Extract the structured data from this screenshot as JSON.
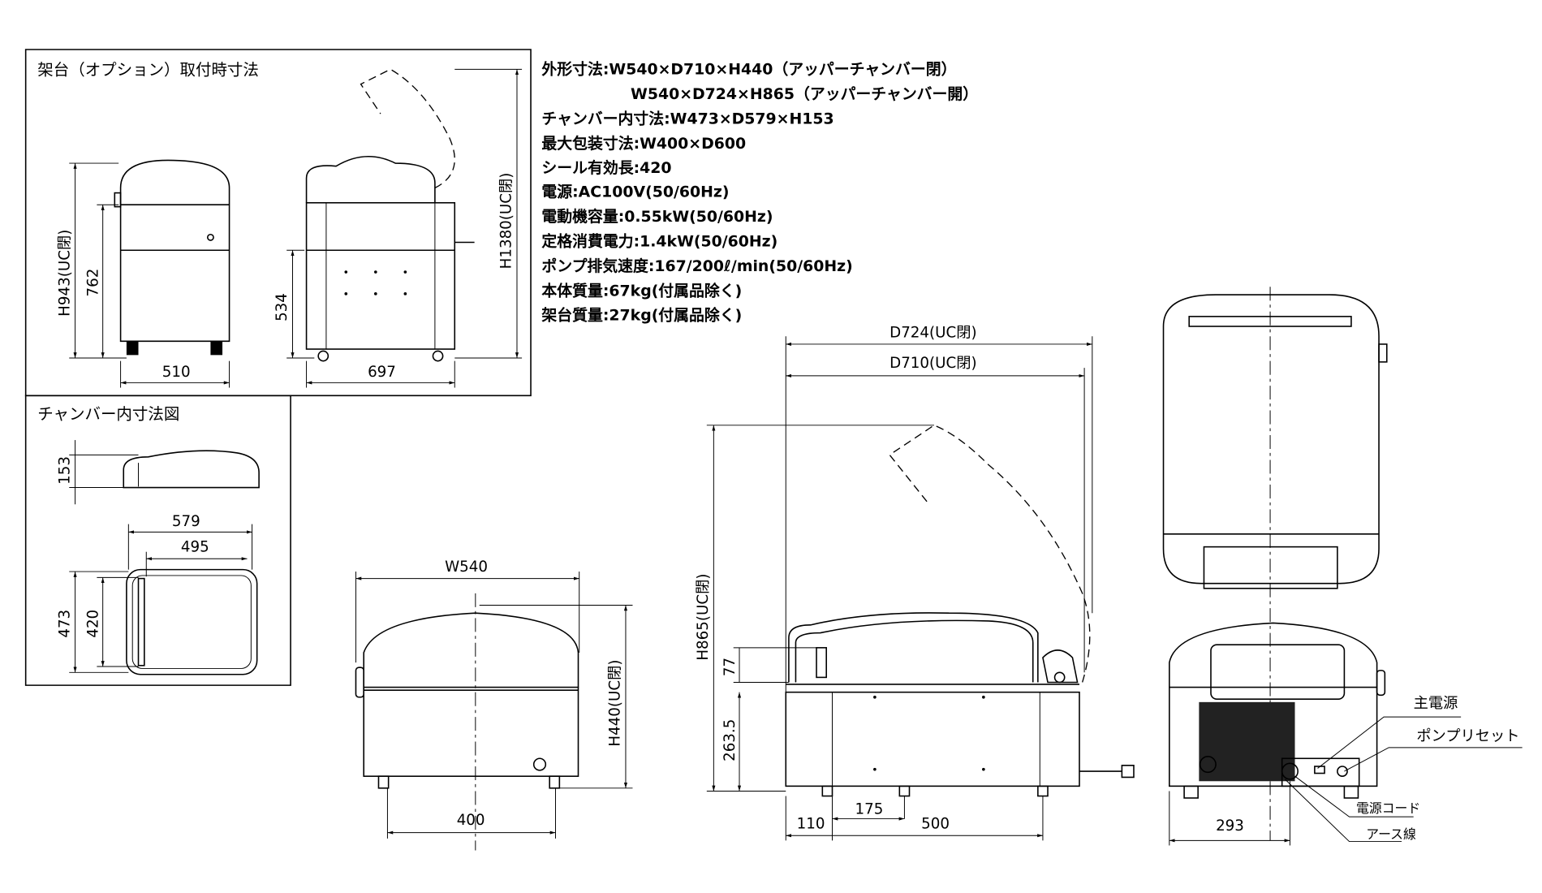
{
  "stand_panel": {
    "title": "架台（オプション）取付時寸法",
    "dims": {
      "h_total": "H943(UC閉)",
      "h_body": "762",
      "width": "510",
      "h_stand": "534",
      "depth": "697",
      "h_open": "H1380(UC閉)"
    }
  },
  "chamber_panel": {
    "title": "チャンバー内寸法図",
    "dims": {
      "height": "153",
      "outer_depth": "579",
      "inner_depth": "495",
      "outer_width": "473",
      "inner_width": "420"
    }
  },
  "specs": [
    "外形寸法:W540×D710×H440（アッパーチャンバー閉）",
    "W540×D724×H865（アッパーチャンバー開）",
    "チャンバー内寸法:W473×D579×H153",
    "最大包装寸法:W400×D600",
    "シール有効長:420",
    "電源:AC100V(50/60Hz)",
    "電動機容量:0.55kW(50/60Hz)",
    "定格消費電力:1.4kW(50/60Hz)",
    "ポンプ排気速度:167/200ℓ/min(50/60Hz)",
    "本体質量:67kg(付属品除く)",
    "架台質量:27kg(付属品除く)"
  ],
  "front_view": {
    "width": "W540",
    "height": "H440(UC閉)",
    "foot_span": "400"
  },
  "side_view": {
    "depth_open": "D724(UC閉)",
    "depth_closed": "D710(UC閉)",
    "height_open": "H865(UC閉)",
    "h_chamber": "77",
    "h_body": "263.5",
    "foot_front": "110",
    "foot_mid": "175",
    "foot_span": "500"
  },
  "rear_view": {
    "offset": "293",
    "callouts": {
      "main_power": "主電源",
      "pump_reset": "ポンプリセット",
      "power_cord": "電源コード",
      "earth_wire": "アース線"
    }
  }
}
